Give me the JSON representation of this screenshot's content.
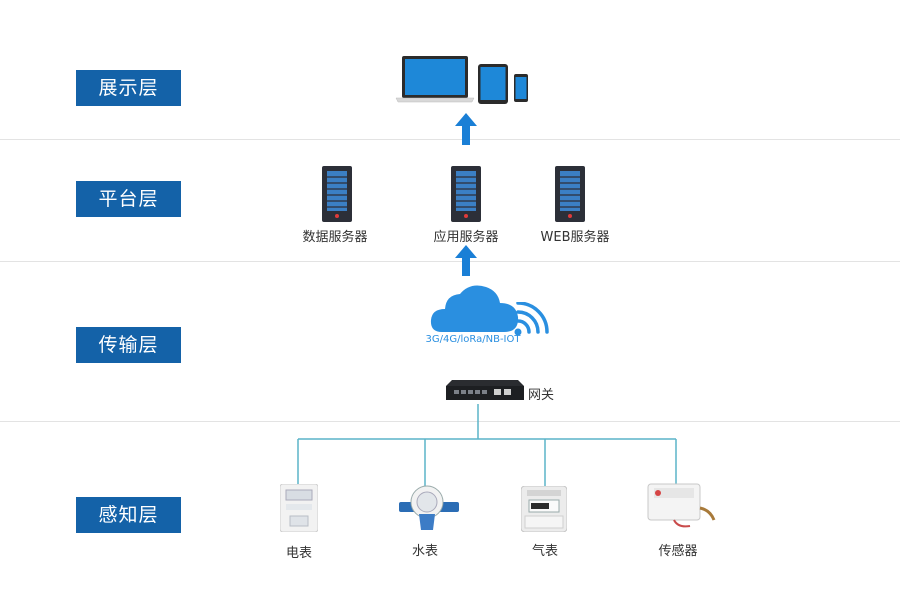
{
  "layers": {
    "display": "展示层",
    "platform": "平台层",
    "transport": "传输层",
    "perception": "感知层"
  },
  "servers": {
    "data": "数据服务器",
    "app": "应用服务器",
    "web": "WEB服务器"
  },
  "network": {
    "protocols": "3G/4G/loRa/NB-IOT",
    "gateway": "网关"
  },
  "devices": {
    "electric_meter": "电表",
    "water_meter": "水表",
    "gas_meter": "气表",
    "sensor": "传感器"
  },
  "colors": {
    "label_bg": "#1462a8",
    "arrow": "#1a7fd6",
    "cloud": "#2a8fe0",
    "line": "#5ab4c9"
  }
}
